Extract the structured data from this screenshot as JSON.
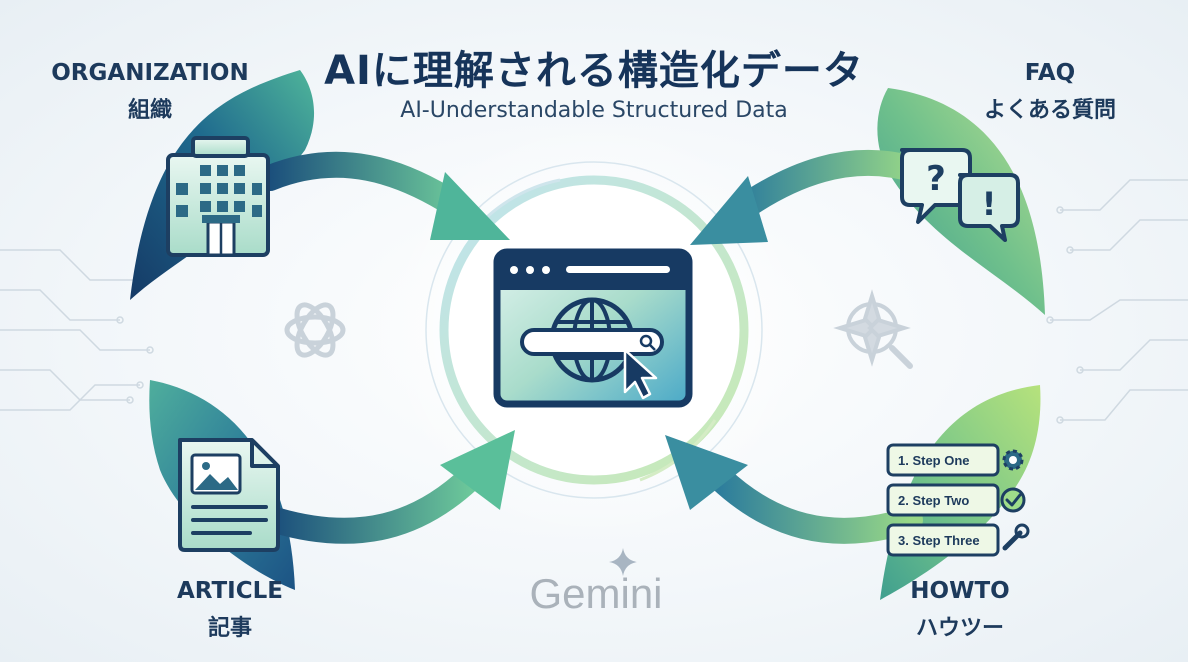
{
  "title_ja": "AIに理解される構造化データ",
  "title_en": "AI-Understandable Structured Data",
  "categories": {
    "organization": {
      "en": "ORGANIZATION",
      "ja": "組織",
      "icon": "building-icon"
    },
    "faq": {
      "en": "FAQ",
      "ja": "よくある質問",
      "icon": "speech-bubbles-icon"
    },
    "article": {
      "en": "ARTICLE",
      "ja": "記事",
      "icon": "document-icon"
    },
    "howto": {
      "en": "HOWTO",
      "ja": "ハウツー",
      "icon": "checklist-icon",
      "steps": [
        "1. Step One",
        "2. Step Two",
        "3. Step Three"
      ]
    }
  },
  "center": {
    "icon": "browser-globe-search-icon"
  },
  "watermarks": {
    "gemini": "Gemini",
    "left_icon": "openai-logo-icon",
    "right_icon": "compass-search-icon"
  },
  "colors": {
    "navy": "#1d4a78",
    "teal": "#2e8aa0",
    "green": "#7cc98a",
    "lime": "#a8dc7a"
  }
}
